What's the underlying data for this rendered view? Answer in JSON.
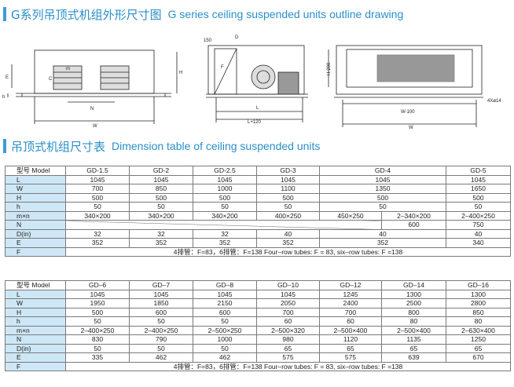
{
  "header1": {
    "cn": "G系列吊顶式机组外形尺寸图",
    "en": "G series ceiling suspended units outline drawing"
  },
  "header2": {
    "cn": "吊顶式机组尺寸表",
    "en": "Dimension table of ceiling suspended units"
  },
  "drawing_labels": {
    "front": {
      "E": "E",
      "H": "H",
      "h": "h",
      "C": "C",
      "m": "m",
      "N": "N",
      "W": "W"
    },
    "side": {
      "d150": "150",
      "D": "D",
      "F": "F",
      "L": "L",
      "L120": "L+120"
    },
    "top": {
      "H200": "H-200",
      "W100": "W-100",
      "W": "W",
      "hole": "4Xø14"
    }
  },
  "table1": {
    "label_header": "型号 Model",
    "models": [
      "GD-1.5",
      "GD-2",
      "GD-2.5",
      "GD-3",
      "GD-4",
      "GD-5"
    ],
    "L": [
      "1045",
      "1045",
      "1045",
      "1045",
      "1045",
      "1045"
    ],
    "W": [
      "700",
      "850",
      "1000",
      "1100",
      "1350",
      "1650"
    ],
    "H": [
      "500",
      "500",
      "500",
      "500",
      "500",
      "500"
    ],
    "h": [
      "50",
      "50",
      "50",
      "50",
      "50",
      "50"
    ],
    "mn": [
      "340×200",
      "340×200",
      "340×200",
      "400×250",
      "450×250",
      "2–340×200",
      "2–400×250"
    ],
    "N": [
      "600",
      "750"
    ],
    "D": [
      "32",
      "32",
      "32",
      "40",
      "40",
      "40"
    ],
    "E": [
      "352",
      "352",
      "352",
      "352",
      "352",
      "340"
    ],
    "F": "4排管：F=83，6排管：F=138    Four–row tubes: F = 83,  six–row tubes: F =138"
  },
  "table2": {
    "label_header": "型号 Model",
    "models": [
      "GD–6",
      "GD–7",
      "GD–8",
      "GD–10",
      "GD–12",
      "GD–14",
      "GD–16"
    ],
    "L": [
      "1045",
      "1045",
      "1045",
      "1045",
      "1245",
      "1300",
      "1300"
    ],
    "W": [
      "1950",
      "1850",
      "2150",
      "2050",
      "2400",
      "2500",
      "2800"
    ],
    "H": [
      "500",
      "600",
      "600",
      "700",
      "700",
      "800",
      "850"
    ],
    "h": [
      "50",
      "50",
      "50",
      "60",
      "60",
      "80",
      "80"
    ],
    "mn": [
      "2–400×250",
      "2–400×250",
      "2–500×250",
      "2–500×320",
      "2–500×400",
      "2–500×400",
      "2–630×400"
    ],
    "N": [
      "830",
      "790",
      "1000",
      "980",
      "1120",
      "1135",
      "1250"
    ],
    "D": [
      "50",
      "50",
      "50",
      "65",
      "65",
      "65",
      "65"
    ],
    "E": [
      "335",
      "462",
      "462",
      "575",
      "575",
      "639",
      "670"
    ],
    "F": "4排管：F=83，6排管：F=138   Four–row tubes: F = 83,  six–row tubes: F =138"
  },
  "row_labels": {
    "L": "L",
    "W": "W",
    "H": "H",
    "h": "h",
    "mn": "m×n",
    "N": "N",
    "D": "D(in)",
    "E": "E",
    "F": "F"
  }
}
